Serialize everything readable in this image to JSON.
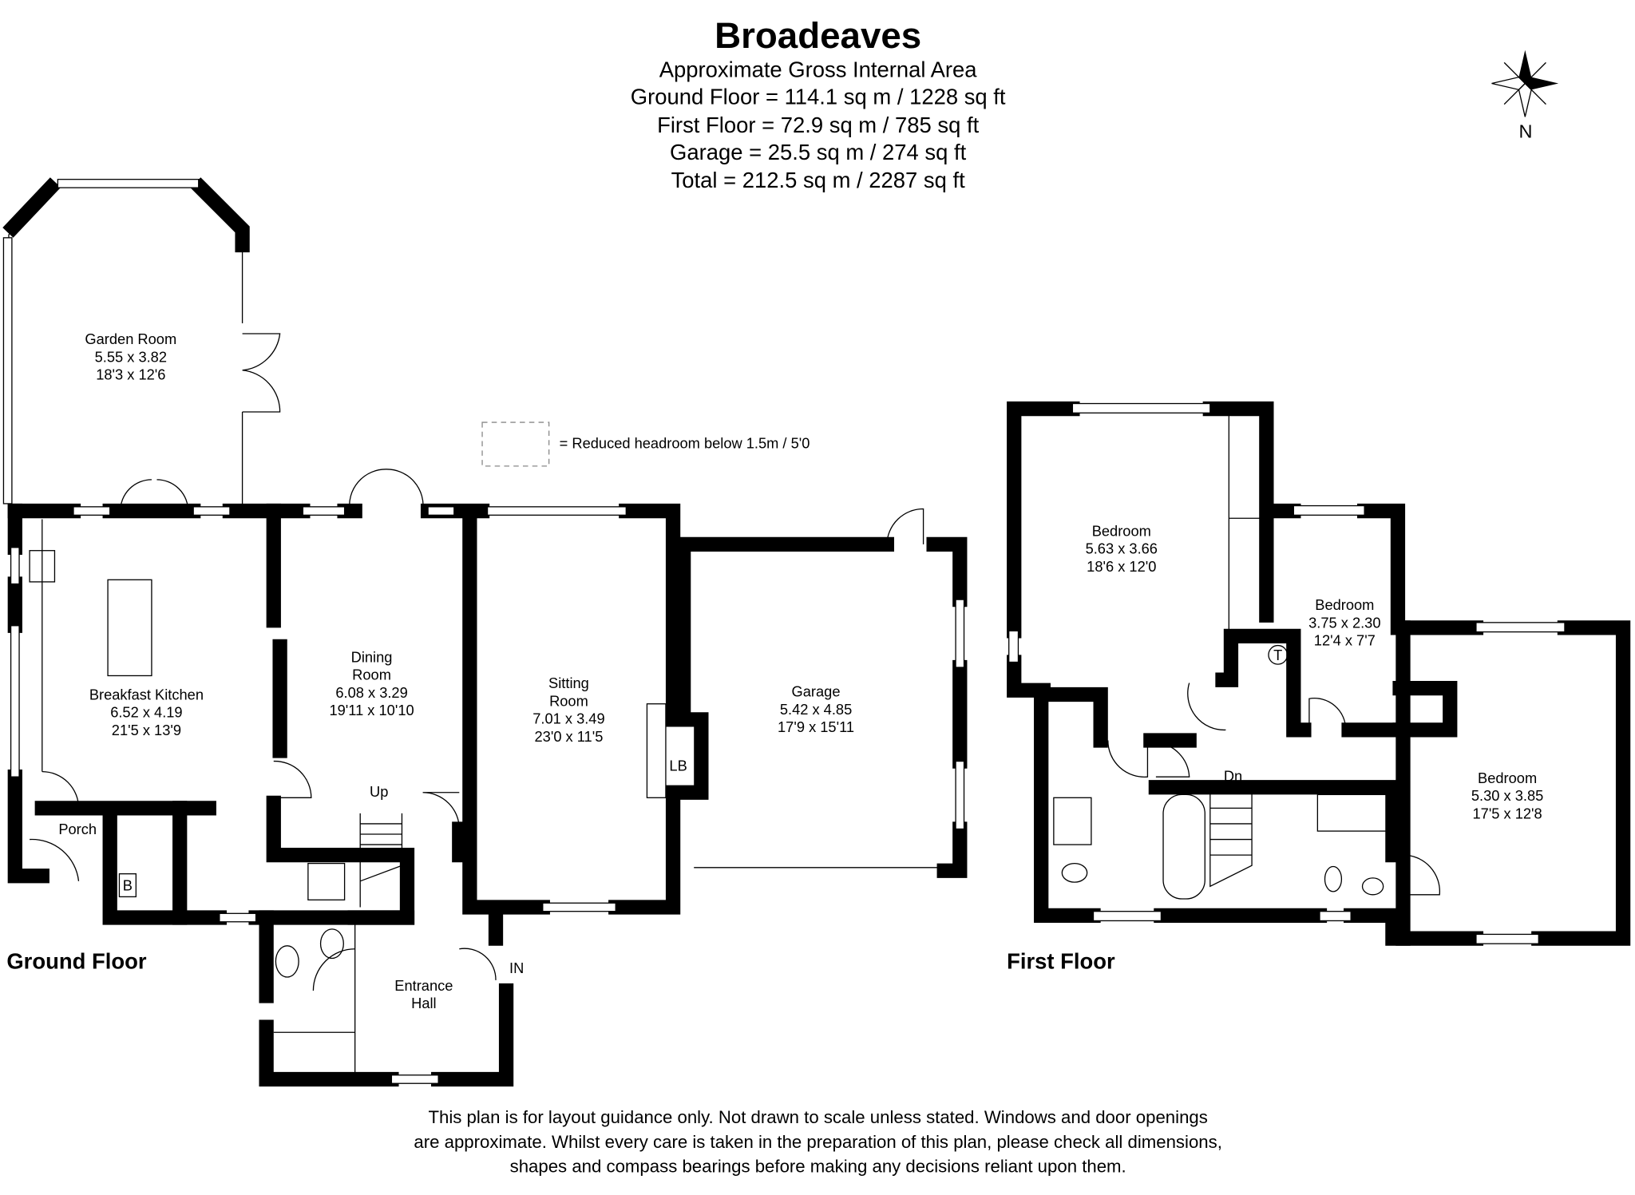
{
  "header": {
    "title": "Broadeaves",
    "subtitle": "Approximate Gross Internal Area",
    "areas": [
      "Ground Floor = 114.1 sq m / 1228 sq ft",
      "First Floor = 72.9 sq m / 785 sq ft",
      "Garage = 25.5 sq m / 274 sq ft",
      "Total = 212.5 sq m / 2287 sq ft"
    ]
  },
  "compass": {
    "label": "N",
    "icon": "compass-rose-icon"
  },
  "legend": {
    "label": "= Reduced headroom below 1.5m / 5'0"
  },
  "ground_floor": {
    "label": "Ground Floor",
    "rooms": {
      "garden_room": {
        "name": "Garden Room",
        "metric": "5.55 x 3.82",
        "imperial": "18'3 x 12'6"
      },
      "breakfast_kitchen": {
        "name": "Breakfast Kitchen",
        "metric": "6.52 x 4.19",
        "imperial": "21'5 x 13'9"
      },
      "dining_room": {
        "name1": "Dining",
        "name2": "Room",
        "metric": "6.08 x 3.29",
        "imperial": "19'11 x 10'10"
      },
      "sitting_room": {
        "name1": "Sitting",
        "name2": "Room",
        "metric": "7.01 x 3.49",
        "imperial": "23'0 x 11'5"
      },
      "garage": {
        "name": "Garage",
        "metric": "5.42 x 4.85",
        "imperial": "17'9 x 15'11"
      },
      "porch": {
        "name": "Porch"
      },
      "entrance_hall": {
        "name1": "Entrance",
        "name2": "Hall"
      }
    },
    "markers": {
      "up": "Up",
      "entrance": "IN",
      "log_burner": "LB",
      "boiler": "B"
    }
  },
  "first_floor": {
    "label": "First Floor",
    "rooms": {
      "bedroom1": {
        "name": "Bedroom",
        "metric": "5.63 x 3.66",
        "imperial": "18'6 x 12'0"
      },
      "bedroom2": {
        "name": "Bedroom",
        "metric": "3.75 x 2.30",
        "imperial": "12'4 x 7'7"
      },
      "bedroom3": {
        "name": "Bedroom",
        "metric": "5.30 x 3.85",
        "imperial": "17'5 x 12'8"
      }
    },
    "markers": {
      "down": "Dn",
      "tank": "T"
    }
  },
  "disclaimer": [
    "This plan is for layout guidance only. Not drawn to scale unless stated. Windows and door openings",
    "are approximate. Whilst every care is taken in the preparation of this plan, please check all dimensions,",
    "shapes and compass bearings before making any decisions reliant upon them."
  ]
}
